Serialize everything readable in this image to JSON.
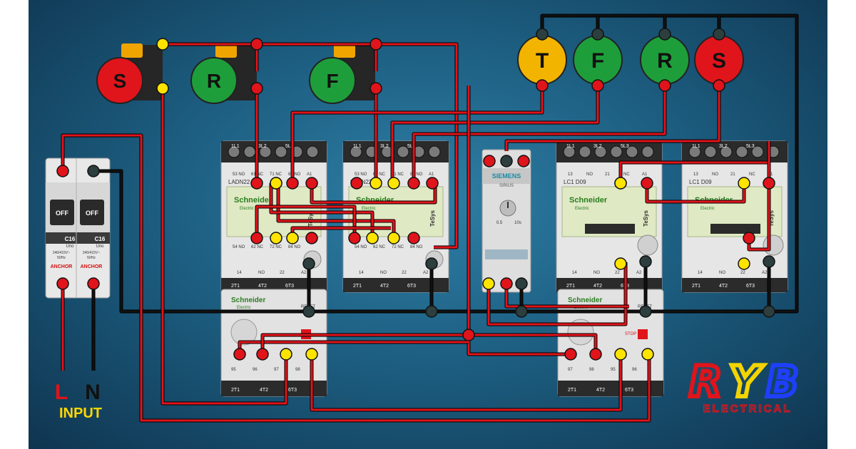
{
  "buttons": [
    {
      "label": "S",
      "color": "#e0141b"
    },
    {
      "label": "R",
      "color": "#1e9e3a"
    },
    {
      "label": "F",
      "color": "#1e9e3a"
    }
  ],
  "lamps": [
    {
      "label": "T",
      "color": "#f3b400"
    },
    {
      "label": "F",
      "color": "#1e9e3a"
    },
    {
      "label": "R",
      "color": "#1e9e3a"
    },
    {
      "label": "S",
      "color": "#e0141b"
    }
  ],
  "breaker": {
    "switch_label": "OFF",
    "rating": "C16",
    "brand_small": "Uno",
    "brand": "ANCHOR",
    "spec_line1": "240/415V~",
    "spec_line2": "50Hz"
  },
  "contactors": [
    {
      "brand": "Schneider",
      "sub": "Electric",
      "model": "LADN22",
      "series": "TeSys",
      "top_terms": [
        "1L1",
        "3L2",
        "5L3"
      ],
      "bottom_terms": [
        "2T1",
        "4T2",
        "6T3"
      ],
      "aux_top": [
        "53 NO",
        "61 NC",
        "71 NC",
        "83 NO",
        "A1"
      ],
      "aux_bot": [
        "54 NO",
        "62 NC",
        "72 NC",
        "84 NO"
      ],
      "coil_bot": [
        "14",
        "NO",
        "22",
        "A2"
      ]
    },
    {
      "brand": "Schneider",
      "sub": "Electric",
      "model": "LADN22",
      "series": "TeSys",
      "top_terms": [
        "1L1",
        "3L2",
        "5L3"
      ],
      "bottom_terms": [
        "2T1",
        "4T2",
        "6T3"
      ],
      "aux_top": [
        "53 NO",
        "61 NC",
        "71 NC",
        "83 NO",
        "A1"
      ],
      "aux_bot": [
        "54 NO",
        "62 NC",
        "72 NC",
        "84 NO"
      ],
      "coil_bot": [
        "14",
        "NO",
        "22",
        "A2"
      ]
    },
    {
      "brand": "Schneider",
      "sub": "Electric",
      "model": "LC1 D09",
      "series": "TeSys",
      "top_terms": [
        "1L1",
        "3L2",
        "5L3"
      ],
      "bottom_terms": [
        "2T1",
        "4T2",
        "6T3"
      ],
      "aux_top": [
        "13",
        "NO",
        "21",
        "NC",
        "A1"
      ],
      "aux_bot": [],
      "coil_bot": [
        "14",
        "NO",
        "22",
        "A2"
      ]
    },
    {
      "brand": "Schneider",
      "sub": "Electric",
      "model": "LC1 D09",
      "series": "TeSys",
      "top_terms": [
        "1L1",
        "3L2",
        "5L3"
      ],
      "bottom_terms": [
        "2T1",
        "4T2",
        "6T3"
      ],
      "aux_top": [
        "13",
        "NO",
        "21",
        "NC",
        "A1"
      ],
      "aux_bot": [],
      "coil_bot": [
        "14",
        "NO",
        "22",
        "A2"
      ]
    }
  ],
  "timer": {
    "brand": "SIEMENS",
    "model": "SIRIUS",
    "dial_marks": [
      "0.5",
      "10s"
    ]
  },
  "overloads": [
    {
      "brand": "Schneider",
      "sub": "Electric",
      "reset_label": "RESET",
      "bottom_terms": [
        "2T1",
        "4T2",
        "6T3"
      ],
      "aux": [
        "95",
        "96",
        "97",
        "98"
      ]
    },
    {
      "brand": "Schneider",
      "sub": "Electric",
      "reset_label": "RESET",
      "stop_label": "STOP",
      "bottom_terms": [
        "2T1",
        "4T2",
        "6T3"
      ],
      "aux": [
        "97",
        "98",
        "95",
        "96"
      ]
    }
  ],
  "input": {
    "l": "L",
    "n": "N",
    "label": "INPUT"
  },
  "logo": {
    "letters": [
      "R",
      "Y",
      "B"
    ],
    "letter_colors": [
      "#e0141b",
      "#f3d400",
      "#1f3fff"
    ],
    "sub": "ELECTRICAL"
  }
}
